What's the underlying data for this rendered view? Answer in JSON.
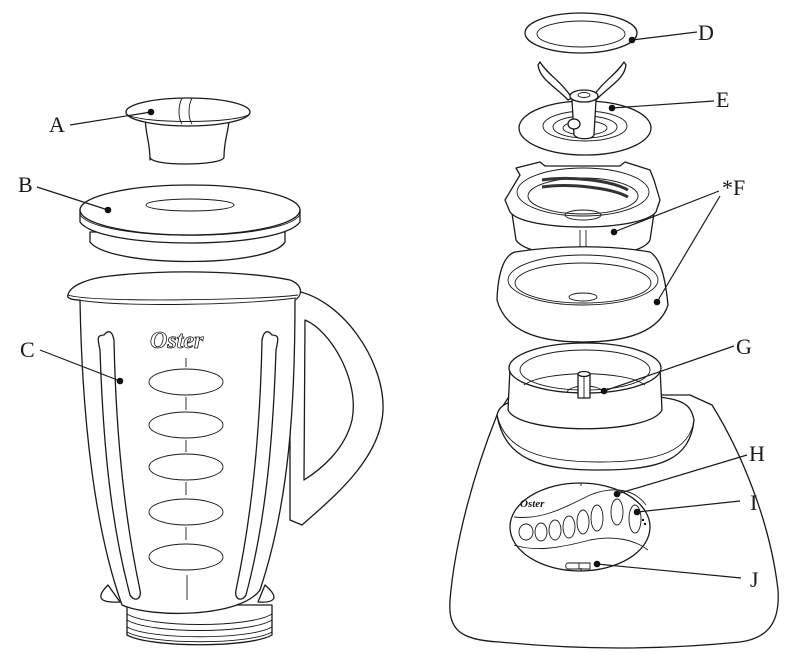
{
  "diagram": {
    "subject": "Blender exploded parts diagram",
    "labels": {
      "A": "A",
      "B": "B",
      "C": "C",
      "D": "D",
      "E": "E",
      "F": "*F",
      "G": "G",
      "H": "H",
      "I": "I",
      "J": "J"
    },
    "parts": [
      {
        "id": "A",
        "depicts": "filler cap"
      },
      {
        "id": "B",
        "depicts": "jar lid"
      },
      {
        "id": "C",
        "depicts": "glass jar"
      },
      {
        "id": "D",
        "depicts": "sealing ring"
      },
      {
        "id": "E",
        "depicts": "blade assembly"
      },
      {
        "id": "F",
        "depicts": "jar bottom / bottom cap",
        "note": "asterisk marker"
      },
      {
        "id": "G",
        "depicts": "drive stud / motor coupling"
      },
      {
        "id": "H",
        "depicts": "speed control buttons"
      },
      {
        "id": "I",
        "depicts": "pulse button"
      },
      {
        "id": "J",
        "depicts": "power switch"
      }
    ],
    "brand_logo_jar": "Oster",
    "brand_logo_panel": "Oster",
    "colors": {
      "line": "#1a1a1a",
      "background": "#ffffff"
    }
  }
}
